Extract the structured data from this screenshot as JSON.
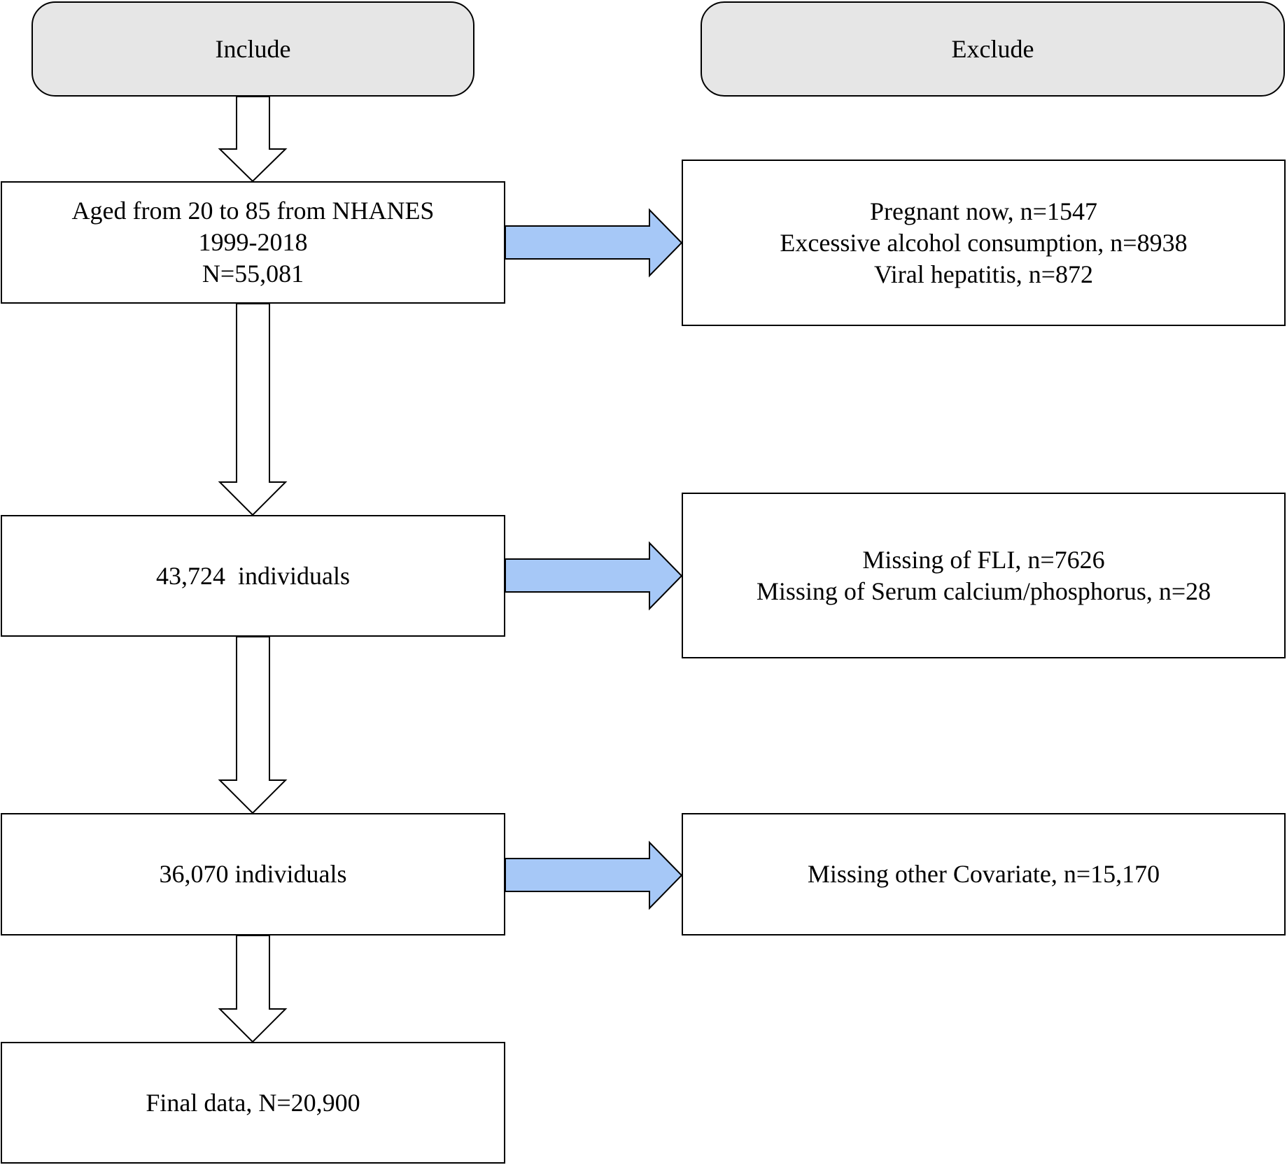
{
  "headers": {
    "include": "Include",
    "exclude": "Exclude"
  },
  "include_steps": [
    {
      "lines": [
        "Aged from 20 to 85 from NHANES",
        "1999-2018",
        "N=55,081"
      ]
    },
    {
      "lines": [
        "43,724  individuals"
      ]
    },
    {
      "lines": [
        "36,070 individuals"
      ]
    },
    {
      "lines": [
        "Final data, N=20,900"
      ]
    }
  ],
  "exclude_steps": [
    {
      "lines": [
        "Pregnant now, n=1547",
        "Excessive alcohol consumption, n=8938",
        "Viral hepatitis, n=872"
      ]
    },
    {
      "lines": [
        "Missing of FLI, n=7626",
        "Missing of Serum calcium/phosphorus, n=28"
      ]
    },
    {
      "lines": [
        "Missing other Covariate, n=15,170"
      ]
    }
  ],
  "colors": {
    "header_fill": "#e6e6e6",
    "exclude_arrow_fill": "#a6c8f7",
    "down_arrow_fill": "#ffffff",
    "stroke": "#000000"
  }
}
